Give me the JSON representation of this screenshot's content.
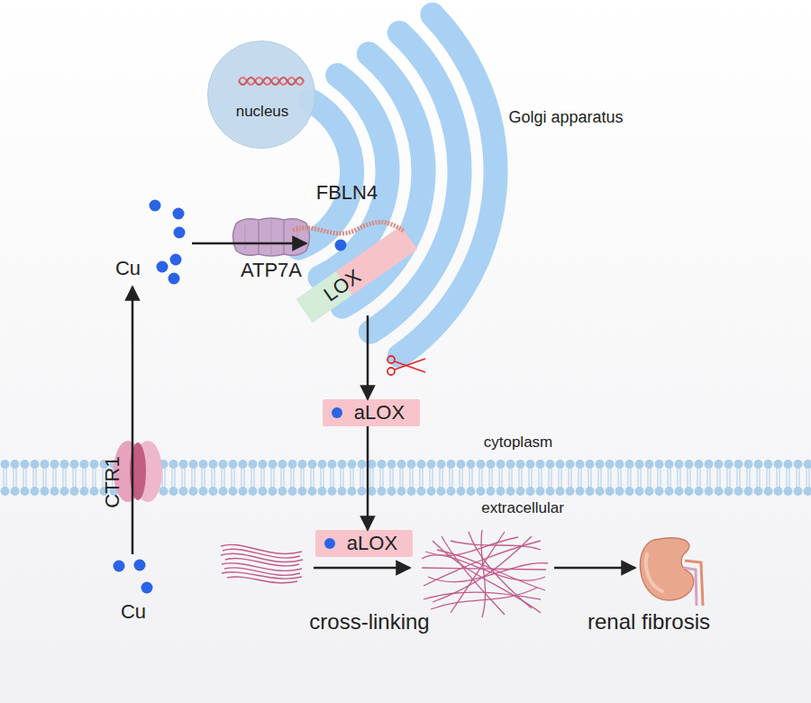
{
  "diagram": {
    "nodes": [
      {
        "text": [
          "nucleus"
        ]
      },
      {
        "text": [
          "Cu"
        ]
      },
      {
        "text": [
          "ATP7A"
        ]
      },
      {
        "text": [
          "LOX"
        ]
      },
      {
        "text": [
          "aLOX"
        ]
      },
      {
        "text": [
          "aLOX"
        ]
      },
      {
        "text": [
          "CTR1"
        ]
      },
      {
        "text": [
          "Cu"
        ]
      }
    ],
    "edges": [
      {
        "from": 7,
        "to": 1,
        "arrow": "to"
      },
      {
        "from": 1,
        "to": 3,
        "arrow": "to"
      },
      {
        "from": 3,
        "to": 4,
        "arrow": "to"
      },
      {
        "from": 4,
        "to": 5,
        "arrow": "to"
      }
    ],
    "labels": [
      "FBLN4",
      "Golgi apparatus",
      "cytoplasm",
      "extracellular",
      "cross-linking",
      "renal fibrosis"
    ]
  }
}
